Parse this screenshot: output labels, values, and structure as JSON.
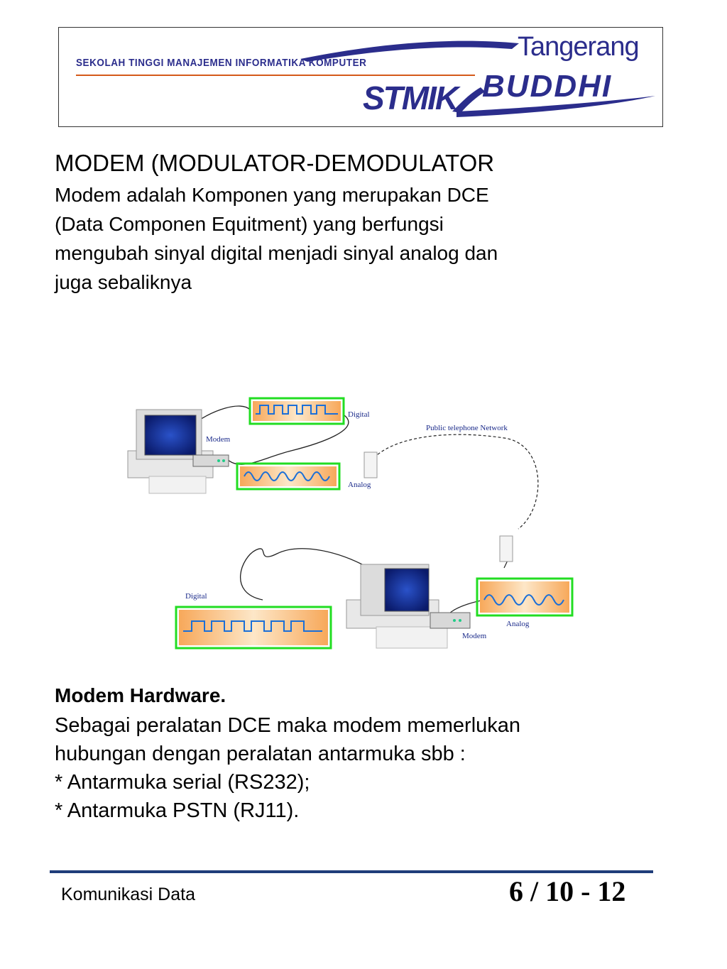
{
  "header": {
    "institution": "SEKOLAH TINGGI MANAJEMEN INFORMATIKA KOMPUTER",
    "logo_city": "Tangerang",
    "logo_stmik": "STMIK",
    "logo_buddhi": "BUDDHI"
  },
  "section": {
    "title": "MODEM (MODULATOR-DEMODULATOR",
    "paragraph_lines": [
      "Modem adalah Komponen yang merupakan DCE",
      "(Data Componen Equitment) yang berfungsi",
      "mengubah sinyal digital menjadi sinyal analog dan",
      "juga sebaliknya"
    ]
  },
  "diagram": {
    "digital_top": "Digital",
    "modem_top": "Modem",
    "analog_top": "Analog",
    "network": "Public telephone Network",
    "digital_bottom": "Digital",
    "analog_bottom": "Analog",
    "modem_bottom": "Modem"
  },
  "hardware": {
    "title": "Modem Hardware.",
    "lines": [
      "Sebagai peralatan DCE maka modem memerlukan",
      "hubungan dengan peralatan antarmuka sbb :",
      "* Antarmuka serial (RS232);",
      "* Antarmuka PSTN (RJ11)."
    ]
  },
  "footer": {
    "subject": "Komunikasi Data",
    "page": "6 / 10 - 12"
  },
  "colors": {
    "brand_blue": "#2b2d8c",
    "accent_orange": "#d45a1a",
    "signal_box_border": "#22dd22",
    "footer_rule": "#1f3d7a"
  }
}
